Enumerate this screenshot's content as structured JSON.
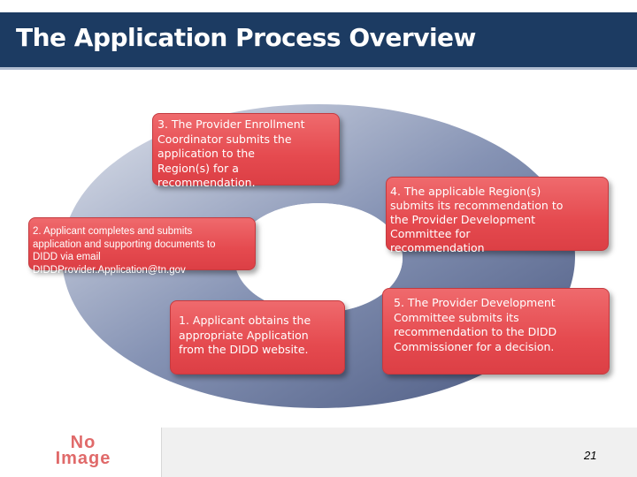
{
  "slide": {
    "title": "The Application Process Overview",
    "steps": {
      "step3": "3. The Provider Enrollment\nCoordinator submits the\napplication to the\nRegion(s) for a\nrecommendation.",
      "step2": "2. Applicant completes and submits\napplication and supporting documents to\nDIDD via email\nDIDDProvider.Application@tn.gov",
      "step1": "1. Applicant obtains the\nappropriate Application\nfrom the DIDD website.",
      "step4": "4. The applicable Region(s)\nsubmits its recommendation to\nthe Provider Development\nCommittee for\nrecommendation",
      "step5": "5. The Provider Development\nCommittee submits its\nrecommendation to the DIDD\nCommissioner for a decision."
    },
    "placeholder_image_text": "No\nImage",
    "page_number": "21"
  },
  "colors": {
    "title_bar": "#1c3b62",
    "step_box": "#e54a4f",
    "ring": "#6d7ea6"
  }
}
